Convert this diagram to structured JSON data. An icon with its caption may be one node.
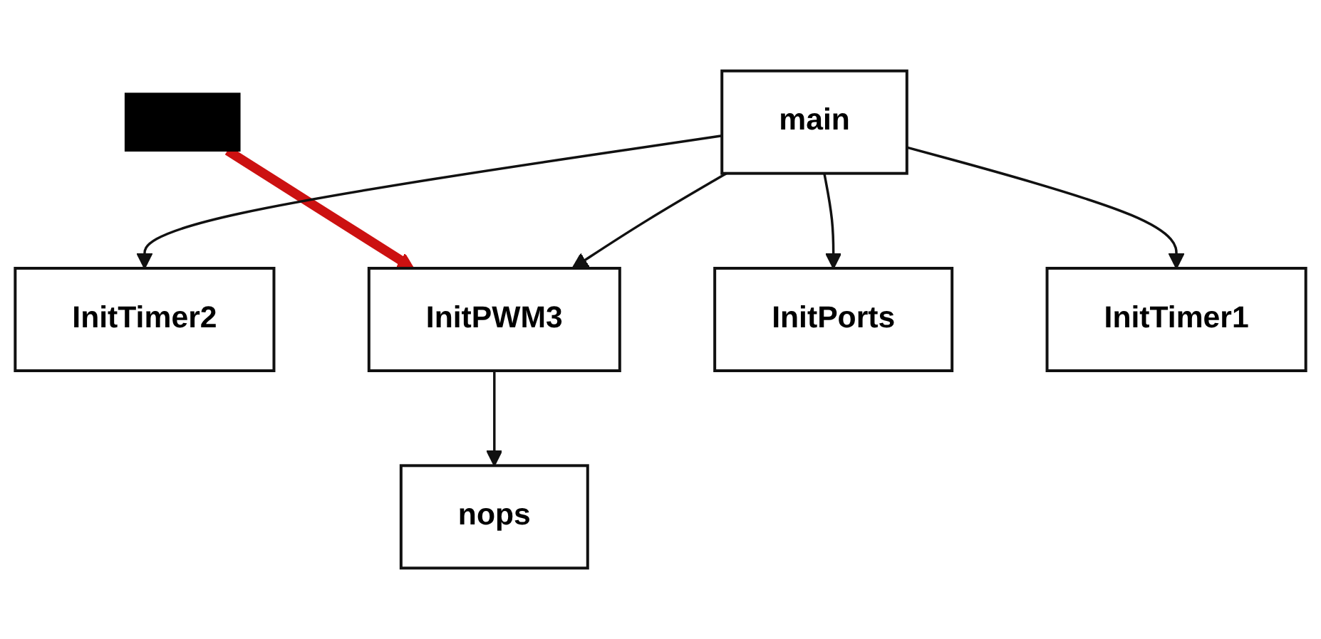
{
  "diagram": {
    "nodes": [
      {
        "text": [],
        "shape": "bar"
      },
      {
        "text": [
          "InitTimer2"
        ]
      },
      {
        "text": [
          "main"
        ]
      },
      {
        "text": [
          "InitPWM3"
        ]
      },
      {
        "text": [
          "InitPorts"
        ]
      },
      {
        "text": [
          "InitTimer1"
        ]
      },
      {
        "text": [
          "nops"
        ]
      }
    ],
    "edges": [
      {
        "from": 0,
        "to": 3,
        "arrow": "to",
        "style": "thick",
        "color": "#cc1111"
      },
      {
        "from": 2,
        "to": 1,
        "arrow": "to"
      },
      {
        "from": 2,
        "to": 3,
        "arrow": "to"
      },
      {
        "from": 2,
        "to": 4,
        "arrow": "to"
      },
      {
        "from": 2,
        "to": 5,
        "arrow": "to"
      },
      {
        "from": 3,
        "to": 6,
        "arrow": "to"
      }
    ]
  }
}
